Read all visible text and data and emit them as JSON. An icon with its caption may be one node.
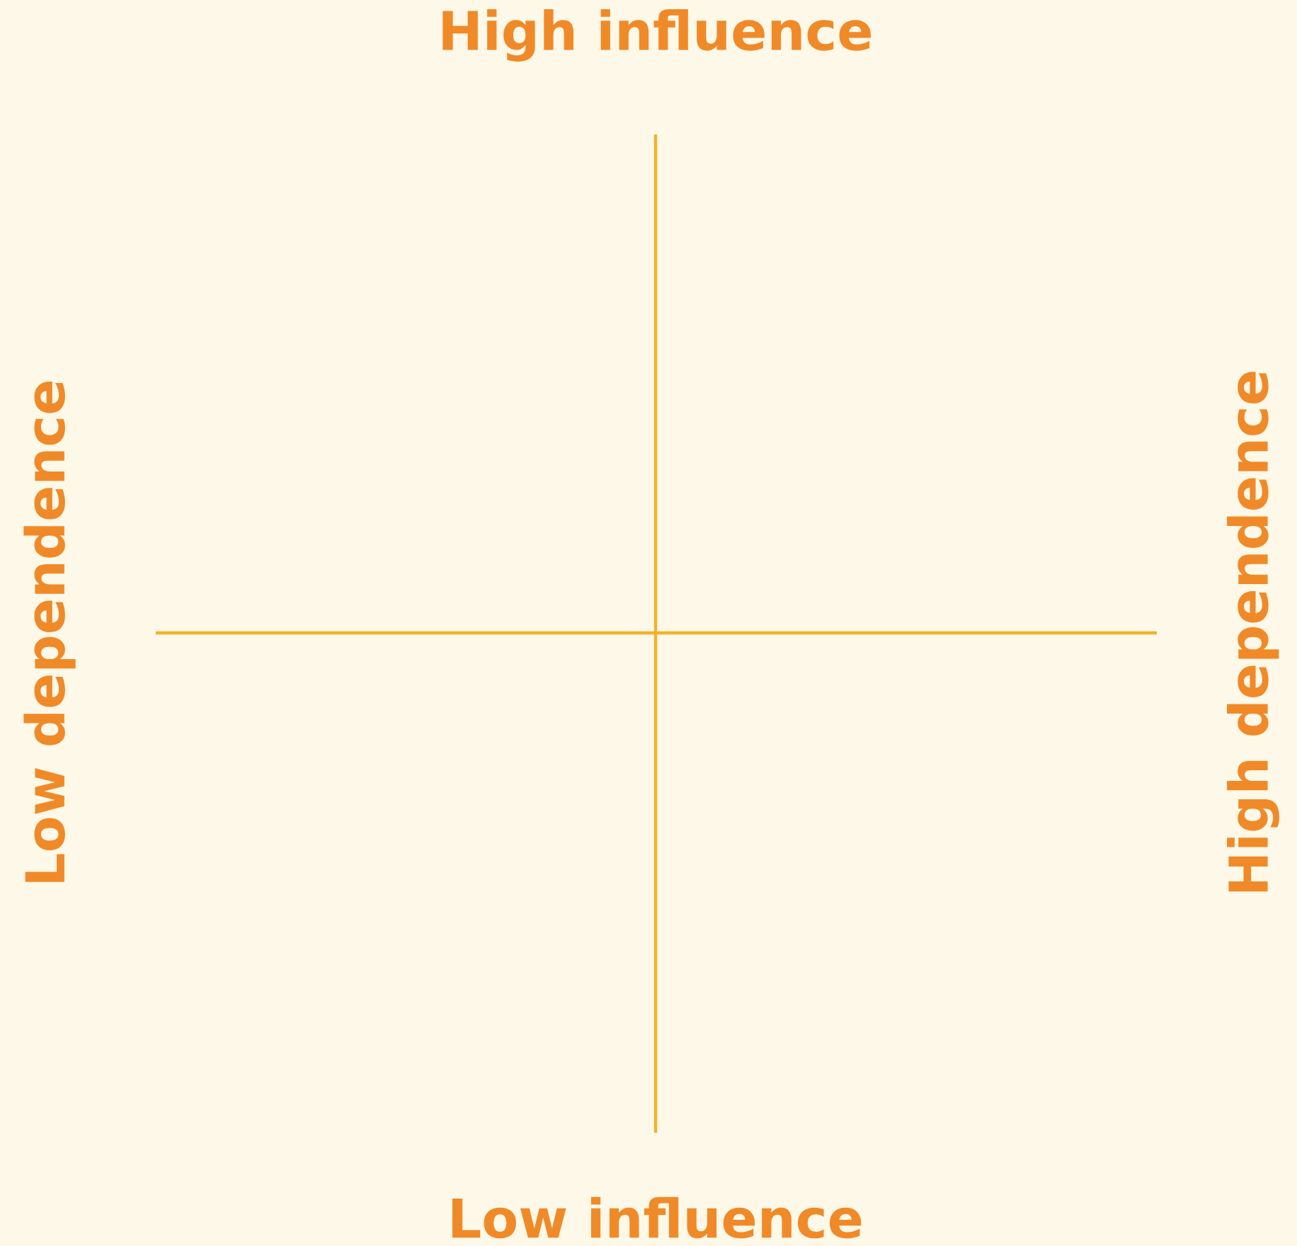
{
  "diagram": {
    "labels": [
      "High influence",
      "Low dependence",
      "High dependence",
      "Low influence"
    ]
  }
}
